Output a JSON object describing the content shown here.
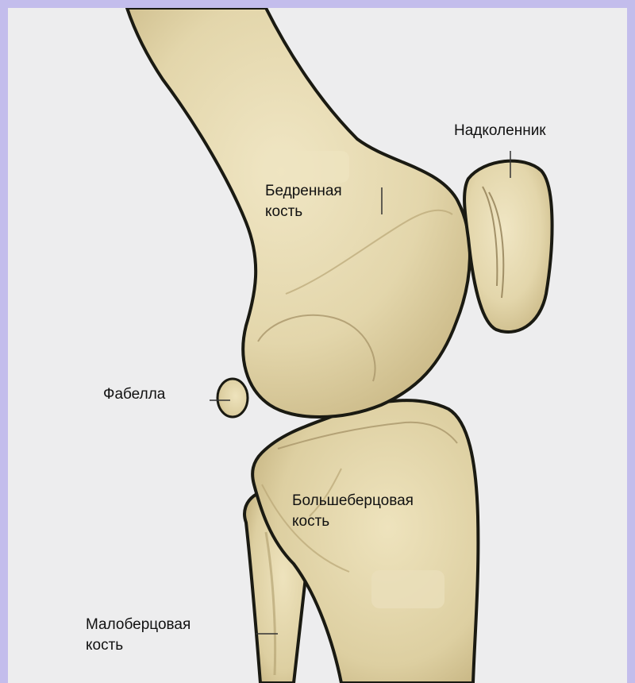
{
  "labels": {
    "patella": "Надколенник",
    "femur_line1": "Бедренная",
    "femur_line2": "кость",
    "fabella": "Фабелла",
    "tibia_line1": "Большеберцовая",
    "tibia_line2": "кость",
    "fibula_line1": "Малоберцовая",
    "fibula_line2": "кость"
  },
  "colors": {
    "frame": "#c3bdec",
    "background": "#ededee",
    "bone_fill": "#e3d6ab",
    "bone_shadow": "#c8b683",
    "bone_outline": "#1a1a12"
  }
}
